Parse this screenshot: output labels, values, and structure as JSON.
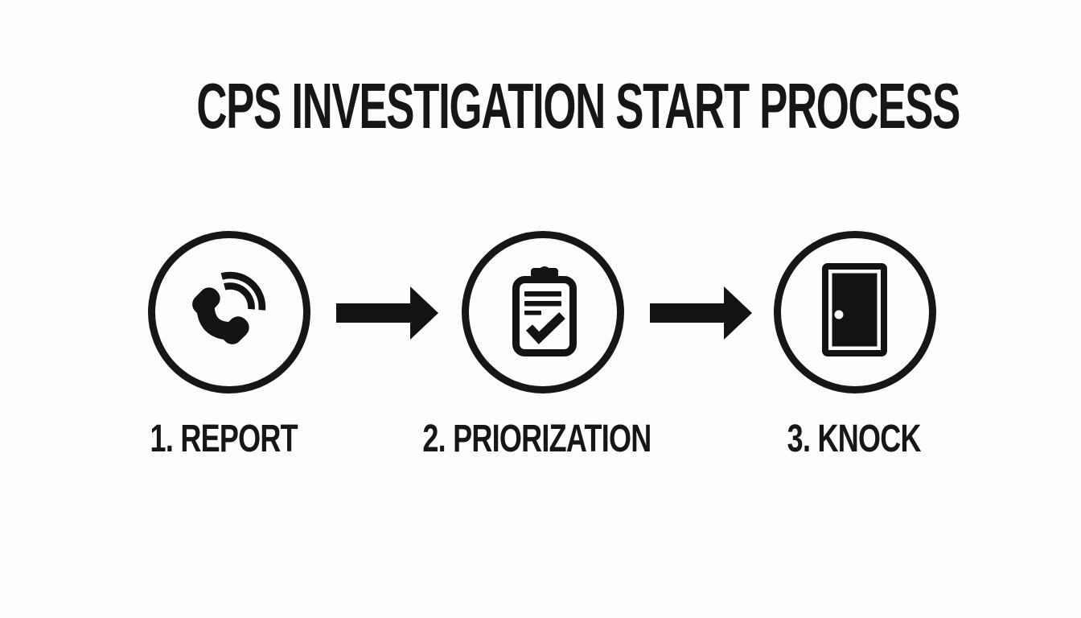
{
  "page": {
    "title": "CPS INVESTIGATION START PROCESS",
    "background_color": "#fdfdfd",
    "ink_color": "#161616"
  },
  "steps": [
    {
      "label": "1. REPORT",
      "icon": "phone-call-icon"
    },
    {
      "label": "2. PRIORIZATION",
      "icon": "clipboard-check-icon"
    },
    {
      "label": "3. KNOCK",
      "icon": "door-icon"
    }
  ],
  "connectors": [
    {
      "icon": "arrow-right-icon"
    },
    {
      "icon": "arrow-right-icon"
    }
  ]
}
